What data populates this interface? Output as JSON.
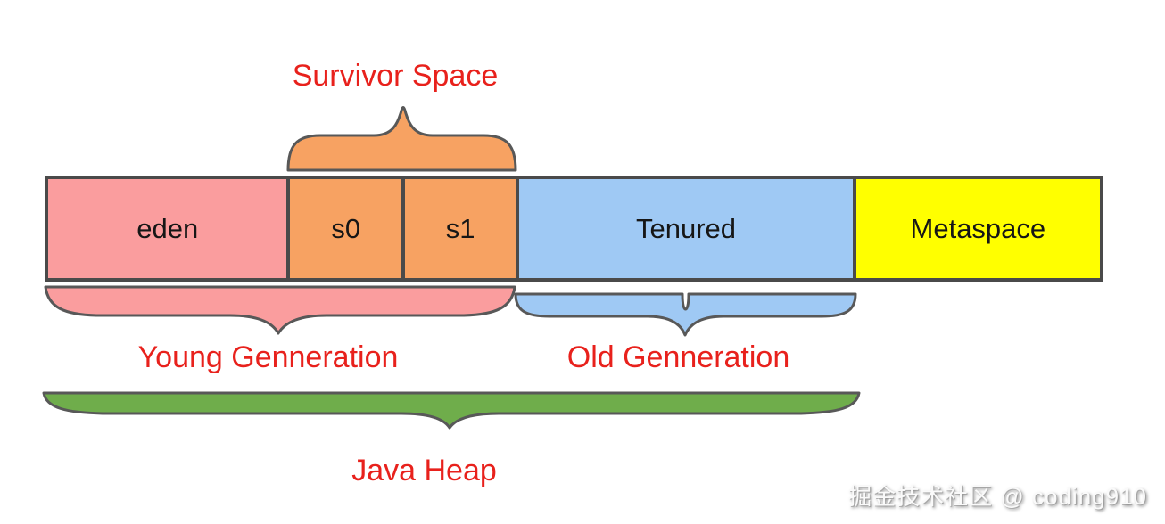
{
  "colors": {
    "eden_pink": "#fa9d9e",
    "survivor_orange": "#f7a262",
    "tenured_blue": "#9fc9f4",
    "metaspace_yellow": "#ffff00",
    "heap_green": "#6fad4b",
    "border": "#4a4a4a",
    "brace_outline": "#585858",
    "label_red": "#e8211c"
  },
  "bar": {
    "segments": [
      {
        "label": "eden",
        "color": "#fa9d9e"
      },
      {
        "label": "s0",
        "color": "#f7a262"
      },
      {
        "label": "s1",
        "color": "#f7a262"
      },
      {
        "label": "Tenured",
        "color": "#9fc9f4"
      },
      {
        "label": "Metaspace",
        "color": "#ffff00"
      }
    ]
  },
  "annotations": {
    "survivor_space": "Survivor Space",
    "young_generation": "Young Genneration",
    "old_generation": "Old Genneration",
    "java_heap": "Java Heap"
  },
  "watermark": {
    "text": "掘金技术社区 @ coding910"
  }
}
